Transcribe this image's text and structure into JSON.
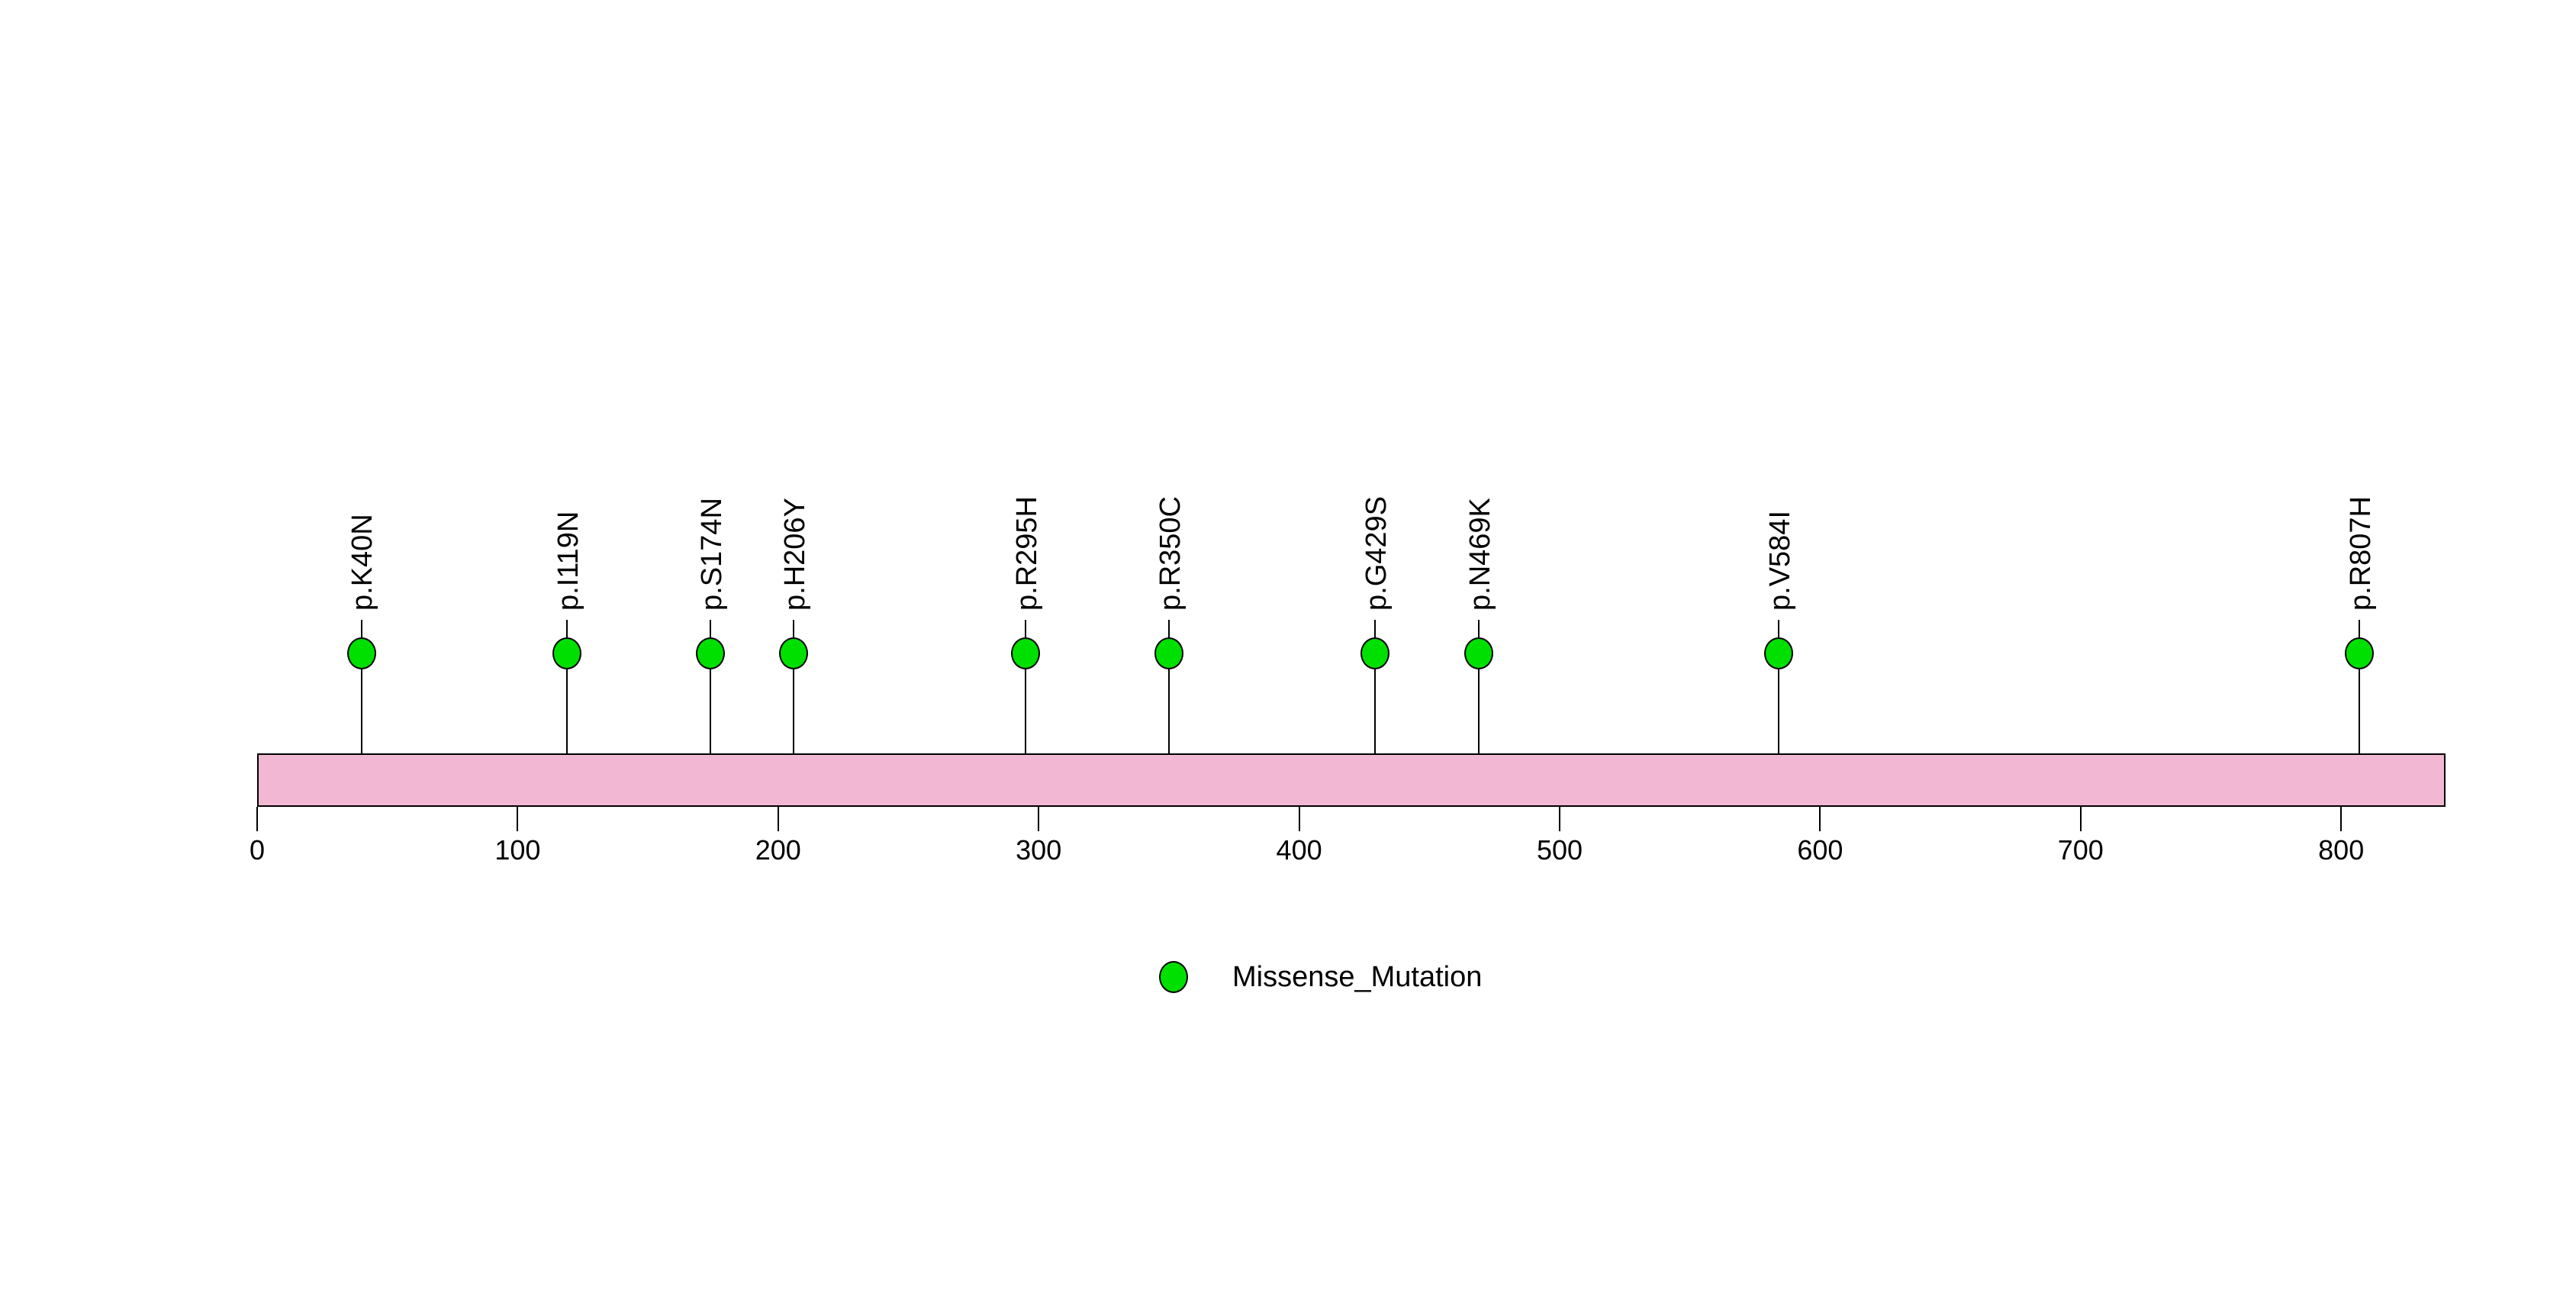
{
  "chart_data": {
    "type": "lollipop",
    "title": "",
    "xlabel": "",
    "ylabel": "",
    "xlim": [
      0,
      840
    ],
    "x_ticks": [
      0,
      100,
      200,
      300,
      400,
      500,
      600,
      700,
      800
    ],
    "protein_length": 840,
    "grid": false,
    "legend_position": "bottom-center",
    "mutations": [
      {
        "label": "p.K40N",
        "position": 40,
        "type": "Missense_Mutation"
      },
      {
        "label": "p.I119N",
        "position": 119,
        "type": "Missense_Mutation"
      },
      {
        "label": "p.S174N",
        "position": 174,
        "type": "Missense_Mutation"
      },
      {
        "label": "p.H206Y",
        "position": 206,
        "type": "Missense_Mutation"
      },
      {
        "label": "p.R295H",
        "position": 295,
        "type": "Missense_Mutation"
      },
      {
        "label": "p.R350C",
        "position": 350,
        "type": "Missense_Mutation"
      },
      {
        "label": "p.G429S",
        "position": 429,
        "type": "Missense_Mutation"
      },
      {
        "label": "p.N469K",
        "position": 469,
        "type": "Missense_Mutation"
      },
      {
        "label": "p.V584I",
        "position": 584,
        "type": "Missense_Mutation"
      },
      {
        "label": "p.R807H",
        "position": 807,
        "type": "Missense_Mutation"
      }
    ],
    "legend": [
      {
        "label": "Missense_Mutation",
        "color": "#00E000"
      }
    ],
    "colors": {
      "marker_fill": "#00E000",
      "marker_stroke": "#000000",
      "protein_bar_fill": "#F2B7D3",
      "protein_bar_stroke": "#000000",
      "stick": "#000000",
      "axis_text": "#000000",
      "background": "#FFFFFF"
    }
  }
}
